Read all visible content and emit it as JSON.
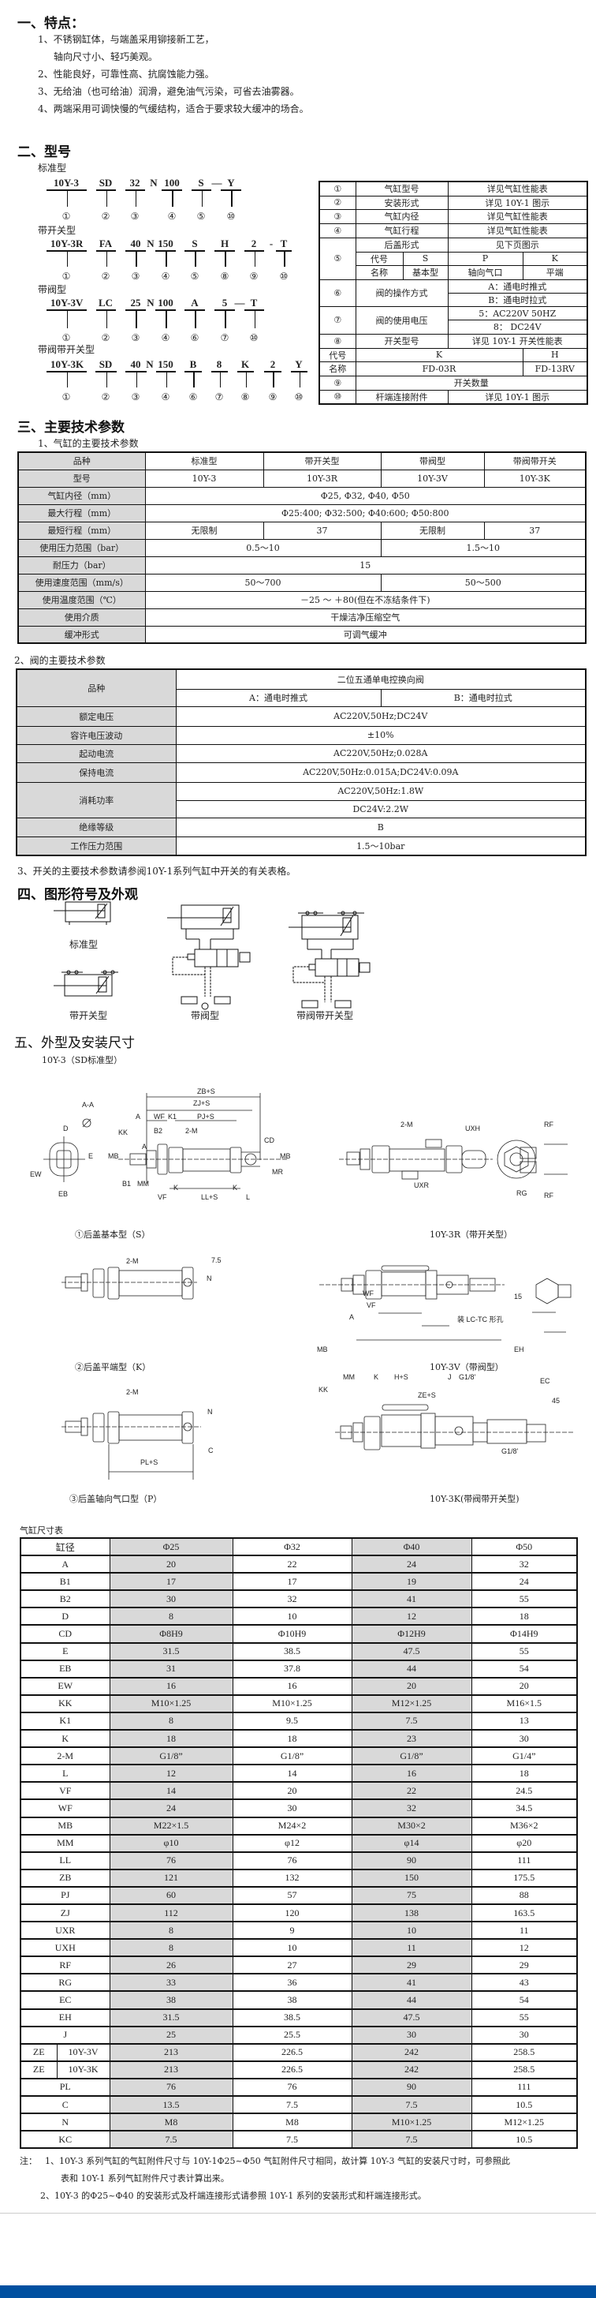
{
  "features": {
    "title": "一、特点：",
    "items": [
      "1、不锈钢缸体，与端盖采用铆接新工艺，",
      "轴向尺寸小、轻巧美观。",
      "2、性能良好，可靠性高、抗腐蚀能力强。",
      "3、无给油（也可给油）润滑，避免油气污染，可省去油雾器。",
      "4、两端采用可调快慢的气缓结构，适合于要求较大缓冲的场合。"
    ]
  },
  "model": {
    "title": "二、型号",
    "groups": [
      {
        "label": "标准型",
        "codes": [
          "10Y-3",
          "SD",
          "32",
          "N",
          "100",
          "S",
          "—",
          "Y"
        ],
        "nums": [
          "①",
          "②",
          "③",
          "④",
          "⑤",
          "⑩"
        ]
      },
      {
        "label": "带开关型",
        "codes": [
          "10Y-3R",
          "FA",
          "40",
          "N",
          "150",
          "S",
          "H",
          "2",
          "-",
          "T"
        ],
        "nums": [
          "①",
          "②",
          "③",
          "④",
          "⑤",
          "⑧",
          "⑨",
          "⑩"
        ]
      },
      {
        "label": "带阀型",
        "codes": [
          "10Y-3V",
          "LC",
          "25",
          "N",
          "100",
          "A",
          "5",
          "—",
          "T"
        ],
        "nums": [
          "①",
          "②",
          "③",
          "④",
          "⑥",
          "⑦",
          "⑩"
        ]
      },
      {
        "label": "带阀带开关型",
        "codes": [
          "10Y-3K",
          "SD",
          "40",
          "N",
          "150",
          "B",
          "8",
          "K",
          "2",
          "Y"
        ],
        "nums": [
          "①",
          "②",
          "③",
          "④",
          "⑥",
          "⑦",
          "⑧",
          "⑨",
          "⑩"
        ]
      }
    ],
    "table": {
      "r1": [
        "①",
        "气缸型号",
        "详见气缸性能表"
      ],
      "r2": [
        "②",
        "安装形式",
        "详见 10Y-1 图示"
      ],
      "r3": [
        "③",
        "气缸内径",
        "详见气缸性能表"
      ],
      "r4": [
        "④",
        "气缸行程",
        "详见气缸性能表"
      ],
      "r5": {
        "num": "⑤",
        "name": "后盖形式",
        "value": "见下页图示",
        "code_label": "代号",
        "codes": [
          "S",
          "P",
          "K"
        ],
        "name_label": "名称",
        "names": [
          "基本型",
          "轴向气口",
          "平端"
        ]
      },
      "r6": {
        "num": "⑥",
        "name": "阀的操作方式",
        "values": [
          "A：通电时推式",
          "B：通电时拉式"
        ]
      },
      "r7": {
        "num": "⑦",
        "name": "阀的使用电压",
        "values": [
          "5：AC220V  50HZ",
          "8：  DC24V"
        ]
      },
      "r8": [
        "⑧",
        "开关型号",
        "详见 10Y-1 开关性能表"
      ],
      "r8code": [
        "代号",
        "K",
        "H"
      ],
      "r8name": [
        "名称",
        "FD-03R",
        "FD-13RV"
      ],
      "r9": [
        "⑨",
        "开关数量"
      ],
      "r10": [
        "⑩",
        "杆端连接附件",
        "详见 10Y-1 图示"
      ]
    }
  },
  "specs": {
    "title": "三、主要技术参数",
    "cyl_title": "1、气缸的主要技术参数",
    "cyl": {
      "variety": [
        "品种",
        "标准型",
        "带开关型",
        "带阀型",
        "带阀带开关"
      ],
      "model": [
        "型号",
        "10Y-3",
        "10Y-3R",
        "10Y-3V",
        "10Y-3K"
      ],
      "bore": [
        "气缸内径（mm）",
        "Φ25, Φ32, Φ40, Φ50"
      ],
      "max_stroke": [
        "最大行程（mm）",
        "Φ25:400; Φ32:500; Φ40:600; Φ50:800"
      ],
      "min_stroke": [
        "最短行程（mm）",
        "无限制",
        "37",
        "无限制",
        "37"
      ],
      "pressure": [
        "使用压力范围（bar）",
        "0.5～10",
        "1.5～10"
      ],
      "proof": [
        "耐压力（bar）",
        "15"
      ],
      "speed": [
        "使用速度范围（mm/s）",
        "50～700",
        "50～500"
      ],
      "temp": [
        "使用温度范围（℃）",
        "－25 ～ ＋80(但在不冻结条件下)"
      ],
      "medium": [
        "使用介质",
        "干燥洁净压缩空气"
      ],
      "cushion": [
        "缓冲形式",
        "可调气缓冲"
      ]
    },
    "valve_title": "2、阀的主要技术参数",
    "valve": {
      "variety": [
        "品种",
        "二位五通单电控换向阀",
        "A：通电时推式",
        "B：通电时拉式"
      ],
      "voltage": [
        "额定电压",
        "AC220V,50Hz;DC24V"
      ],
      "fluct": [
        "容许电压波动",
        "±10%"
      ],
      "start": [
        "起动电流",
        "AC220V,50Hz;0.028A"
      ],
      "hold": [
        "保持电流",
        "AC220V,50Hz:0.015A;DC24V:0.09A"
      ],
      "power": [
        "消耗功率",
        "AC220V,50Hz:1.8W",
        "DC24V:2.2W"
      ],
      "insul": [
        "绝缘等级",
        "B"
      ],
      "work": [
        "工作压力范围",
        "1.5～10bar"
      ]
    },
    "switch_note": "3、开关的主要技术参数请参阅10Y-1系列气缸中开关的有关表格。"
  },
  "symbols": {
    "title": "四、图形符号及外观",
    "labels": [
      "标准型",
      "带开关型",
      "带阀型",
      "带阀带开关型"
    ]
  },
  "dims": {
    "title": "五、外型及安装尺寸",
    "subtitle": "10Y-3（SD标准型）",
    "captions": [
      "①后盖基本型（S）",
      "10Y-3R（带开关型）",
      "②后盖平端型（K）",
      "10Y-3V（带阀型）",
      "③后盖轴向气口型（P）",
      "10Y-3K(带阀带开关型)"
    ],
    "sd_labels": [
      "A-A",
      "D",
      "EW",
      "EB",
      "E",
      "A",
      "KK",
      "WF",
      "K1",
      "B2",
      "2-M",
      "PJ+S",
      "ZJ+S",
      "ZB+S",
      "CD",
      "MB",
      "MR",
      "B1",
      "MM",
      "K",
      "VF",
      "LL+S",
      "L",
      "MB",
      "A",
      "K"
    ],
    "r_top_labels": [
      "2-M",
      "UXH",
      "UXR",
      "RF",
      "RG",
      "RF"
    ],
    "k_labels": [
      "2-M",
      "7.5",
      "N"
    ],
    "r_labels": [
      "WF",
      "VF",
      "A",
      "MB",
      "KK",
      "MM",
      "K",
      "H+S",
      "ZE+S",
      "J",
      "G1/8'",
      "装 LC-TC 形孔",
      "15",
      "EH",
      "EC",
      "45"
    ],
    "p_labels": [
      "2-M",
      "N",
      "C",
      "PL+S"
    ],
    "k3_labels": [
      "G1/8'"
    ]
  },
  "dim_table": {
    "title": "气缸尺寸表",
    "header": [
      "缸径",
      "Φ25",
      "Φ32",
      "Φ40",
      "Φ50"
    ],
    "rows": [
      {
        "label": "A",
        "values": [
          "20",
          "22",
          "24",
          "32"
        ]
      },
      {
        "label": "B1",
        "values": [
          "17",
          "17",
          "19",
          "24"
        ]
      },
      {
        "label": "B2",
        "values": [
          "30",
          "32",
          "41",
          "55"
        ]
      },
      {
        "label": "D",
        "values": [
          "8",
          "10",
          "12",
          "18"
        ]
      },
      {
        "label": "CD",
        "values": [
          "Φ8H9",
          "Φ10H9",
          "Φ12H9",
          "Φ14H9"
        ]
      },
      {
        "label": "E",
        "values": [
          "31.5",
          "38.5",
          "47.5",
          "55"
        ]
      },
      {
        "label": "EB",
        "values": [
          "31",
          "37.8",
          "44",
          "54"
        ]
      },
      {
        "label": "EW",
        "values": [
          "16",
          "16",
          "20",
          "20"
        ]
      },
      {
        "label": "KK",
        "values": [
          "M10×1.25",
          "M10×1.25",
          "M12×1.25",
          "M16×1.5"
        ]
      },
      {
        "label": "K1",
        "values": [
          "8",
          "9.5",
          "7.5",
          "13"
        ]
      },
      {
        "label": "K",
        "values": [
          "18",
          "18",
          "23",
          "30"
        ]
      },
      {
        "label": "2-M",
        "values": [
          "G1/8”",
          "G1/8”",
          "G1/8”",
          "G1/4”"
        ]
      },
      {
        "label": "L",
        "values": [
          "12",
          "14",
          "16",
          "18"
        ]
      },
      {
        "label": "VF",
        "values": [
          "14",
          "20",
          "22",
          "24.5"
        ]
      },
      {
        "label": "WF",
        "values": [
          "24",
          "30",
          "32",
          "34.5"
        ]
      },
      {
        "label": "MB",
        "values": [
          "M22×1.5",
          "M24×2",
          "M30×2",
          "M36×2"
        ]
      },
      {
        "label": "MM",
        "values": [
          "φ10",
          "φ12",
          "φ14",
          "φ20"
        ]
      },
      {
        "label": "LL",
        "values": [
          "76",
          "76",
          "90",
          "111"
        ]
      },
      {
        "label": "ZB",
        "values": [
          "121",
          "132",
          "150",
          "175.5"
        ]
      },
      {
        "label": "PJ",
        "values": [
          "60",
          "57",
          "75",
          "88"
        ]
      },
      {
        "label": "ZJ",
        "values": [
          "112",
          "120",
          "138",
          "163.5"
        ]
      },
      {
        "label": "UXR",
        "values": [
          "8",
          "9",
          "10",
          "11"
        ]
      },
      {
        "label": "UXH",
        "values": [
          "8",
          "10",
          "11",
          "12"
        ]
      },
      {
        "label": "RF",
        "values": [
          "26",
          "27",
          "29",
          "29"
        ]
      },
      {
        "label": "RG",
        "values": [
          "33",
          "36",
          "41",
          "43"
        ]
      },
      {
        "label": "EC",
        "values": [
          "38",
          "38",
          "44",
          "54"
        ]
      },
      {
        "label": "EH",
        "values": [
          "31.5",
          "38.5",
          "47.5",
          "55"
        ]
      },
      {
        "label": "J",
        "values": [
          "25",
          "25.5",
          "30",
          "30"
        ]
      },
      {
        "label": "ZE",
        "sub": "10Y-3V",
        "values": [
          "213",
          "226.5",
          "242",
          "258.5"
        ]
      },
      {
        "label": "ZE",
        "sub": "10Y-3K",
        "values": [
          "213",
          "226.5",
          "242",
          "258.5"
        ]
      },
      {
        "label": "PL",
        "values": [
          "76",
          "76",
          "90",
          "111"
        ]
      },
      {
        "label": "C",
        "values": [
          "13.5",
          "7.5",
          "7.5",
          "10.5"
        ]
      },
      {
        "label": "N",
        "values": [
          "M8",
          "M8",
          "M10×1.25",
          "M12×1.25"
        ]
      },
      {
        "label": "KC",
        "values": [
          "7.5",
          "7.5",
          "7.5",
          "10.5"
        ]
      }
    ]
  },
  "notes": {
    "prefix": "注：",
    "n1a": "1、10Y-3 系列气缸的气缸附件尺寸与 10Y-1Φ25~Φ50 气缸附件尺寸相同，故计算 10Y-3 气缸的安装尺寸时，可参照此",
    "n1b": "表和 10Y-1 系列气缸附件尺寸表计算出来。",
    "n2": "2、10Y-3 的Φ25~Φ40 的安装形式及杆端连接形式请参照 10Y-1 系列的安装形式和杆端连接形式。"
  },
  "colors": {
    "footer": "#0050a0",
    "gray": "#d9d9d9"
  }
}
